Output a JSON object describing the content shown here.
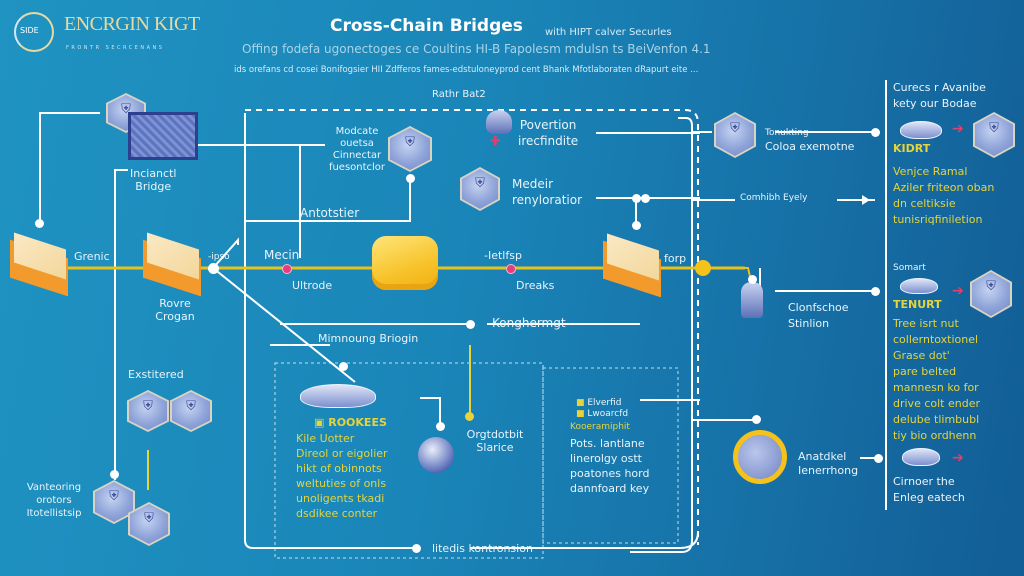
{
  "header": {
    "logo_mark": "SIDE",
    "logo_title": "ENCRGIN KIGT",
    "logo_tagline": "FRONTR SECRCENANS",
    "title": "Cross-Chain Bridges",
    "title_tail": "with HIPT calver Securles",
    "subtitle": "Offing fodefa ugonectoges ce Coultins HI-B Fapolesm mdulsn ts BeiVenfon 4.1",
    "subtitle2": "ids orefans cd cosei Bonifogsier HII Zdfferos fames-edstuloneyprod cent Bhank Mfotlaboraten dRapurt eite ..."
  },
  "diagram": {
    "group_label": "Rathr Bat2",
    "left": {
      "bridge_label": [
        "Incianctl",
        "Bridge"
      ],
      "chain_a": "Grenic",
      "chain_b": [
        "Rovre",
        "Crogan"
      ],
      "small_tag": "-ipso",
      "explored": "Exstitered",
      "validator": [
        "Vanteoring",
        "orotors",
        "Itotellistsip"
      ]
    },
    "center": {
      "module_label": [
        "Modcate",
        "ouetsa",
        "Cinnectar",
        "fuesontclor"
      ],
      "antistier": "Antotstier",
      "prevention": [
        "Povertion",
        "irecfindite"
      ],
      "model": [
        "Medeir",
        "renyloratior"
      ],
      "main": "Mecin",
      "ultrade": "Ultrode",
      "interlink": "-Ietlfsp",
      "dreaks": "Dreaks",
      "kongherngt": "Konghermgt",
      "bridge_lower": "Mimnoung Briogin",
      "rookers_title": "ROOKEES",
      "rookers_sub": "Kile Uotter",
      "rookers_body": [
        "Direol or eigolier",
        "hikt of obinnots",
        "weltuties of onls",
        "unoligents tkadi",
        "dsdikee conter"
      ],
      "oracle": [
        "Orgtdotbit",
        "Slarice"
      ],
      "vault_title1": "Elverfid",
      "vault_title2": "Lwoarcfd",
      "vault_key": "Kooeramiphit",
      "vault_body": [
        "Pots. lantlane",
        "linerolgy ostt",
        "poatones hord",
        "dannfoard key"
      ],
      "footer_label": "litedis kontronsion"
    },
    "right": {
      "tracking": [
        "Tonukting",
        "Coloa exemotne"
      ],
      "comhub": "Comhibh Eyely",
      "foro": "forp",
      "custody": [
        "Clonfschoe",
        "Stinlion"
      ],
      "anchor": [
        "Anatdkel",
        "Ienerrhong"
      ]
    }
  },
  "sidebar": {
    "heading": [
      "Curecs r Avanibe",
      "kety our Bodae"
    ],
    "item1_tag": "KIDRT",
    "item1_body": [
      "Venjce Ramal",
      "Aziler friteon oban",
      "dn celtiksie",
      "tunisriqfiniletion"
    ],
    "item2_heading": "Somart",
    "item2_tag": "TENURT",
    "item2_body": [
      "Tree isrt nut",
      "collerntoxtionel",
      "Grase dot'",
      "pare belted",
      "mannesn ko for",
      "drive colt ender",
      "delube tlimbubl",
      "tiy bio ordhenn"
    ],
    "item3_body": [
      "Cirnoer the",
      "Enleg eatech"
    ]
  },
  "colors": {
    "accent_yellow": "#f4c21b",
    "text_yellow": "#e6d43a",
    "link_pink": "#e53e7a",
    "line_white": "#ffffff"
  }
}
